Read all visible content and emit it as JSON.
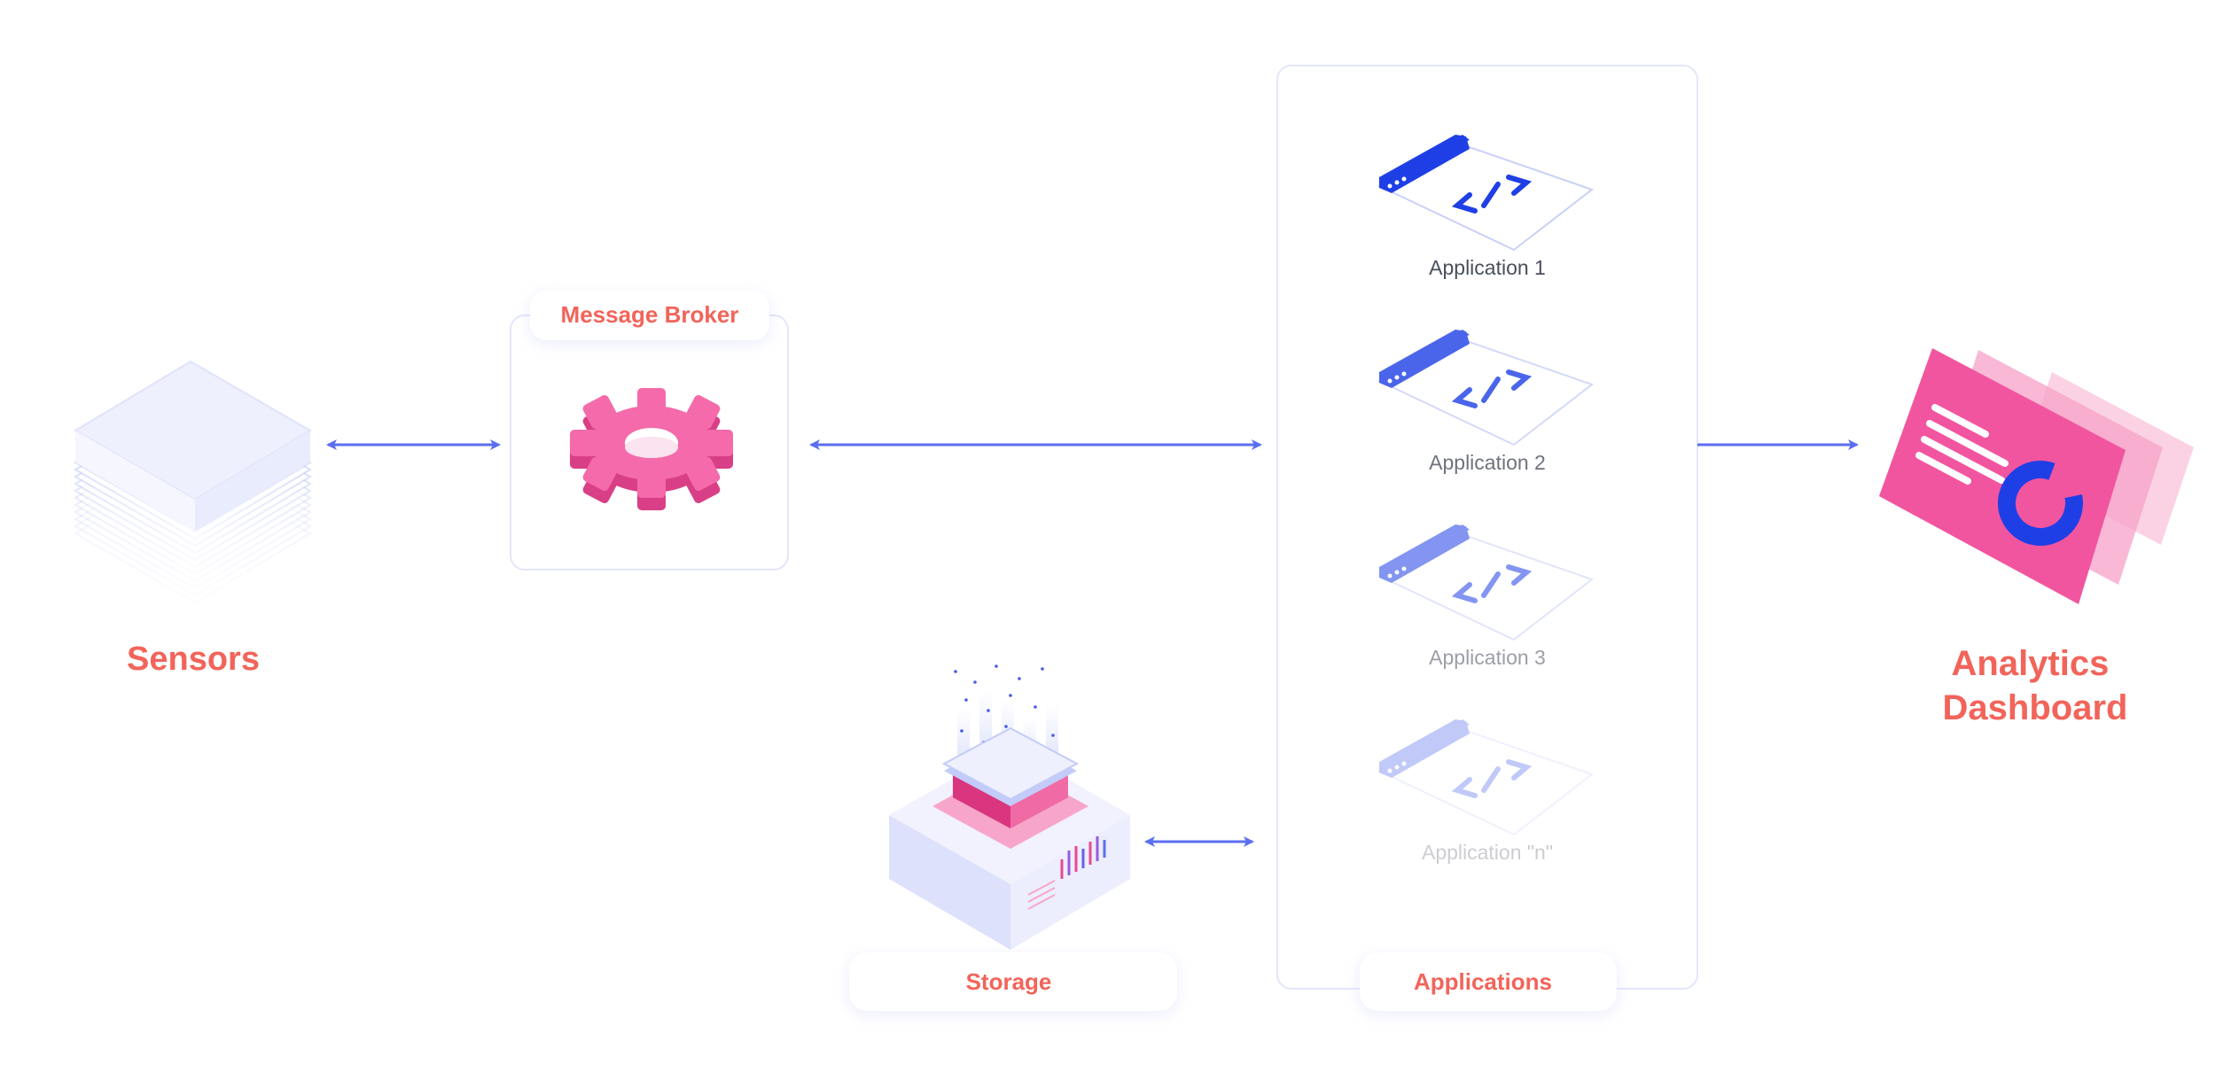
{
  "nodes": {
    "sensors": {
      "label": "Sensors"
    },
    "message_broker": {
      "label": "Message Broker"
    },
    "storage": {
      "label": "Storage"
    },
    "applications": {
      "label": "Applications",
      "items": [
        {
          "label": "Application 1",
          "opacity": 1.0
        },
        {
          "label": "Application 2",
          "opacity": 0.8
        },
        {
          "label": "Application 3",
          "opacity": 0.55
        },
        {
          "label": "Application \"n\"",
          "opacity": 0.28
        }
      ]
    },
    "analytics_dashboard": {
      "label_line1": "Analytics",
      "label_line2": "Dashboard"
    }
  },
  "edges": [
    {
      "from": "sensors",
      "to": "message_broker",
      "direction": "both"
    },
    {
      "from": "message_broker",
      "to": "applications",
      "direction": "both"
    },
    {
      "from": "storage",
      "to": "applications",
      "direction": "both"
    },
    {
      "from": "applications",
      "to": "analytics_dashboard",
      "direction": "forward"
    }
  ],
  "colors": {
    "accent_label": "#f2645a",
    "arrow": "#5b6ef2",
    "panel_border": "#e3e6fb",
    "gear": "#f2559f",
    "app_blue": "#1f3fe6",
    "dashboard_pink": "#f2559f",
    "donut_blue": "#1f3fe6"
  }
}
